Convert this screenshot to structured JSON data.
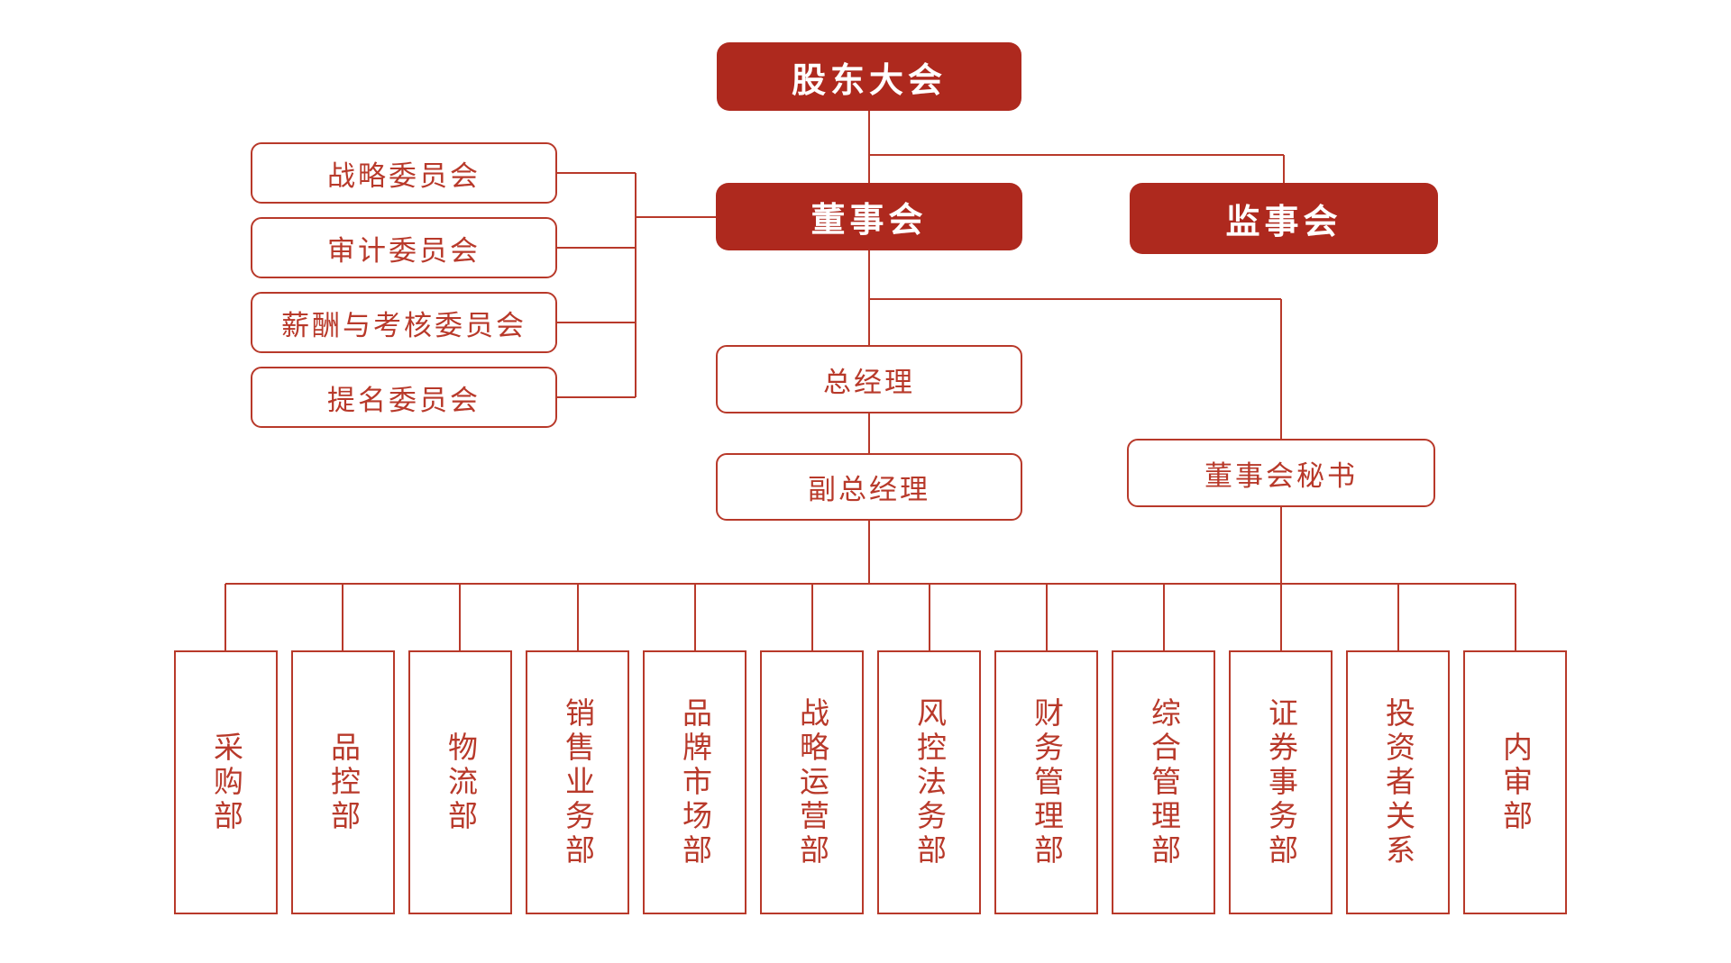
{
  "palette": {
    "box_fill": "#ae291e",
    "line_color": "#b8392a",
    "text_on_fill": "#ffffff",
    "background": "#ffffff"
  },
  "org_chart": {
    "shareholders_meeting": "股东大会",
    "board_of_directors": "董事会",
    "supervisory_board": "监事会",
    "committees": [
      "战略委员会",
      "审计委员会",
      "薪酬与考核委员会",
      "提名委员会"
    ],
    "general_manager": "总经理",
    "deputy_general_manager": "副总经理",
    "board_secretary": "董事会秘书",
    "departments": [
      "采购部",
      "品控部",
      "物流部",
      "销售业务部",
      "品牌市场部",
      "战略运营部",
      "风控法务部",
      "财务管理部",
      "综合管理部",
      "证券事务部",
      "投资者关系",
      "内审部"
    ]
  }
}
